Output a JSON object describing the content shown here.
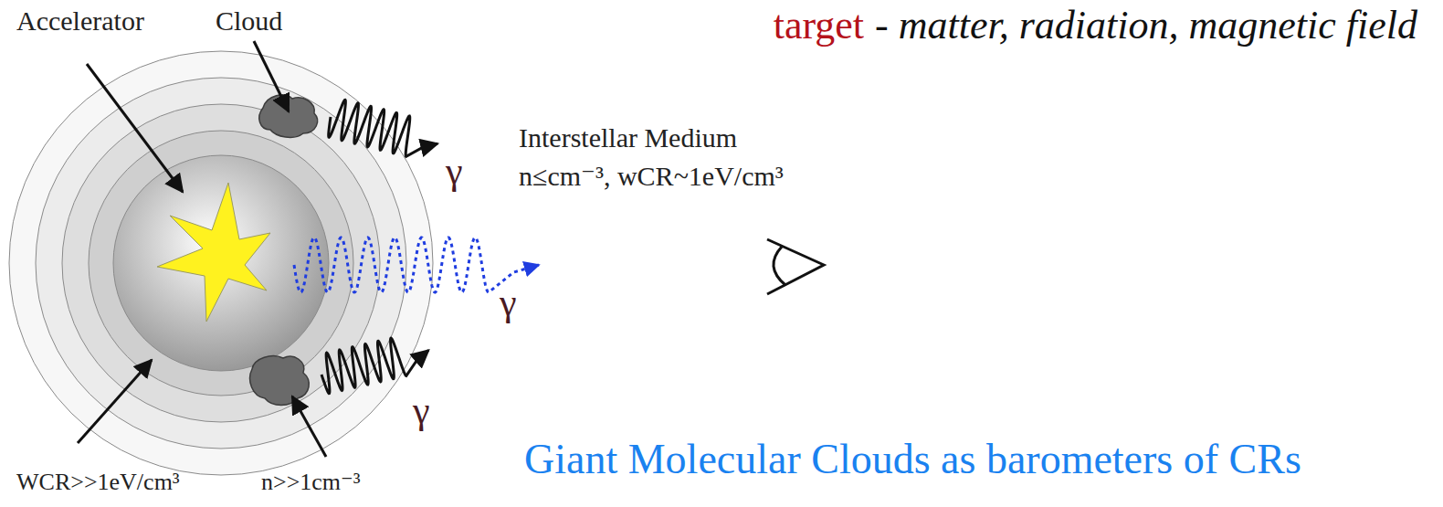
{
  "diagram": {
    "labels": [
      "Accelerator",
      "Cloud",
      "target",
      "- matter, radiation, magnetic field",
      "Interstellar Medium",
      "n≤cm⁻³, wCR~1eV/cm³",
      "γ",
      "γ",
      "γ",
      "WCR>>1eV/cm³",
      "n>>1cm⁻³",
      "Giant Molecular Clouds as barometers of CRs"
    ]
  }
}
